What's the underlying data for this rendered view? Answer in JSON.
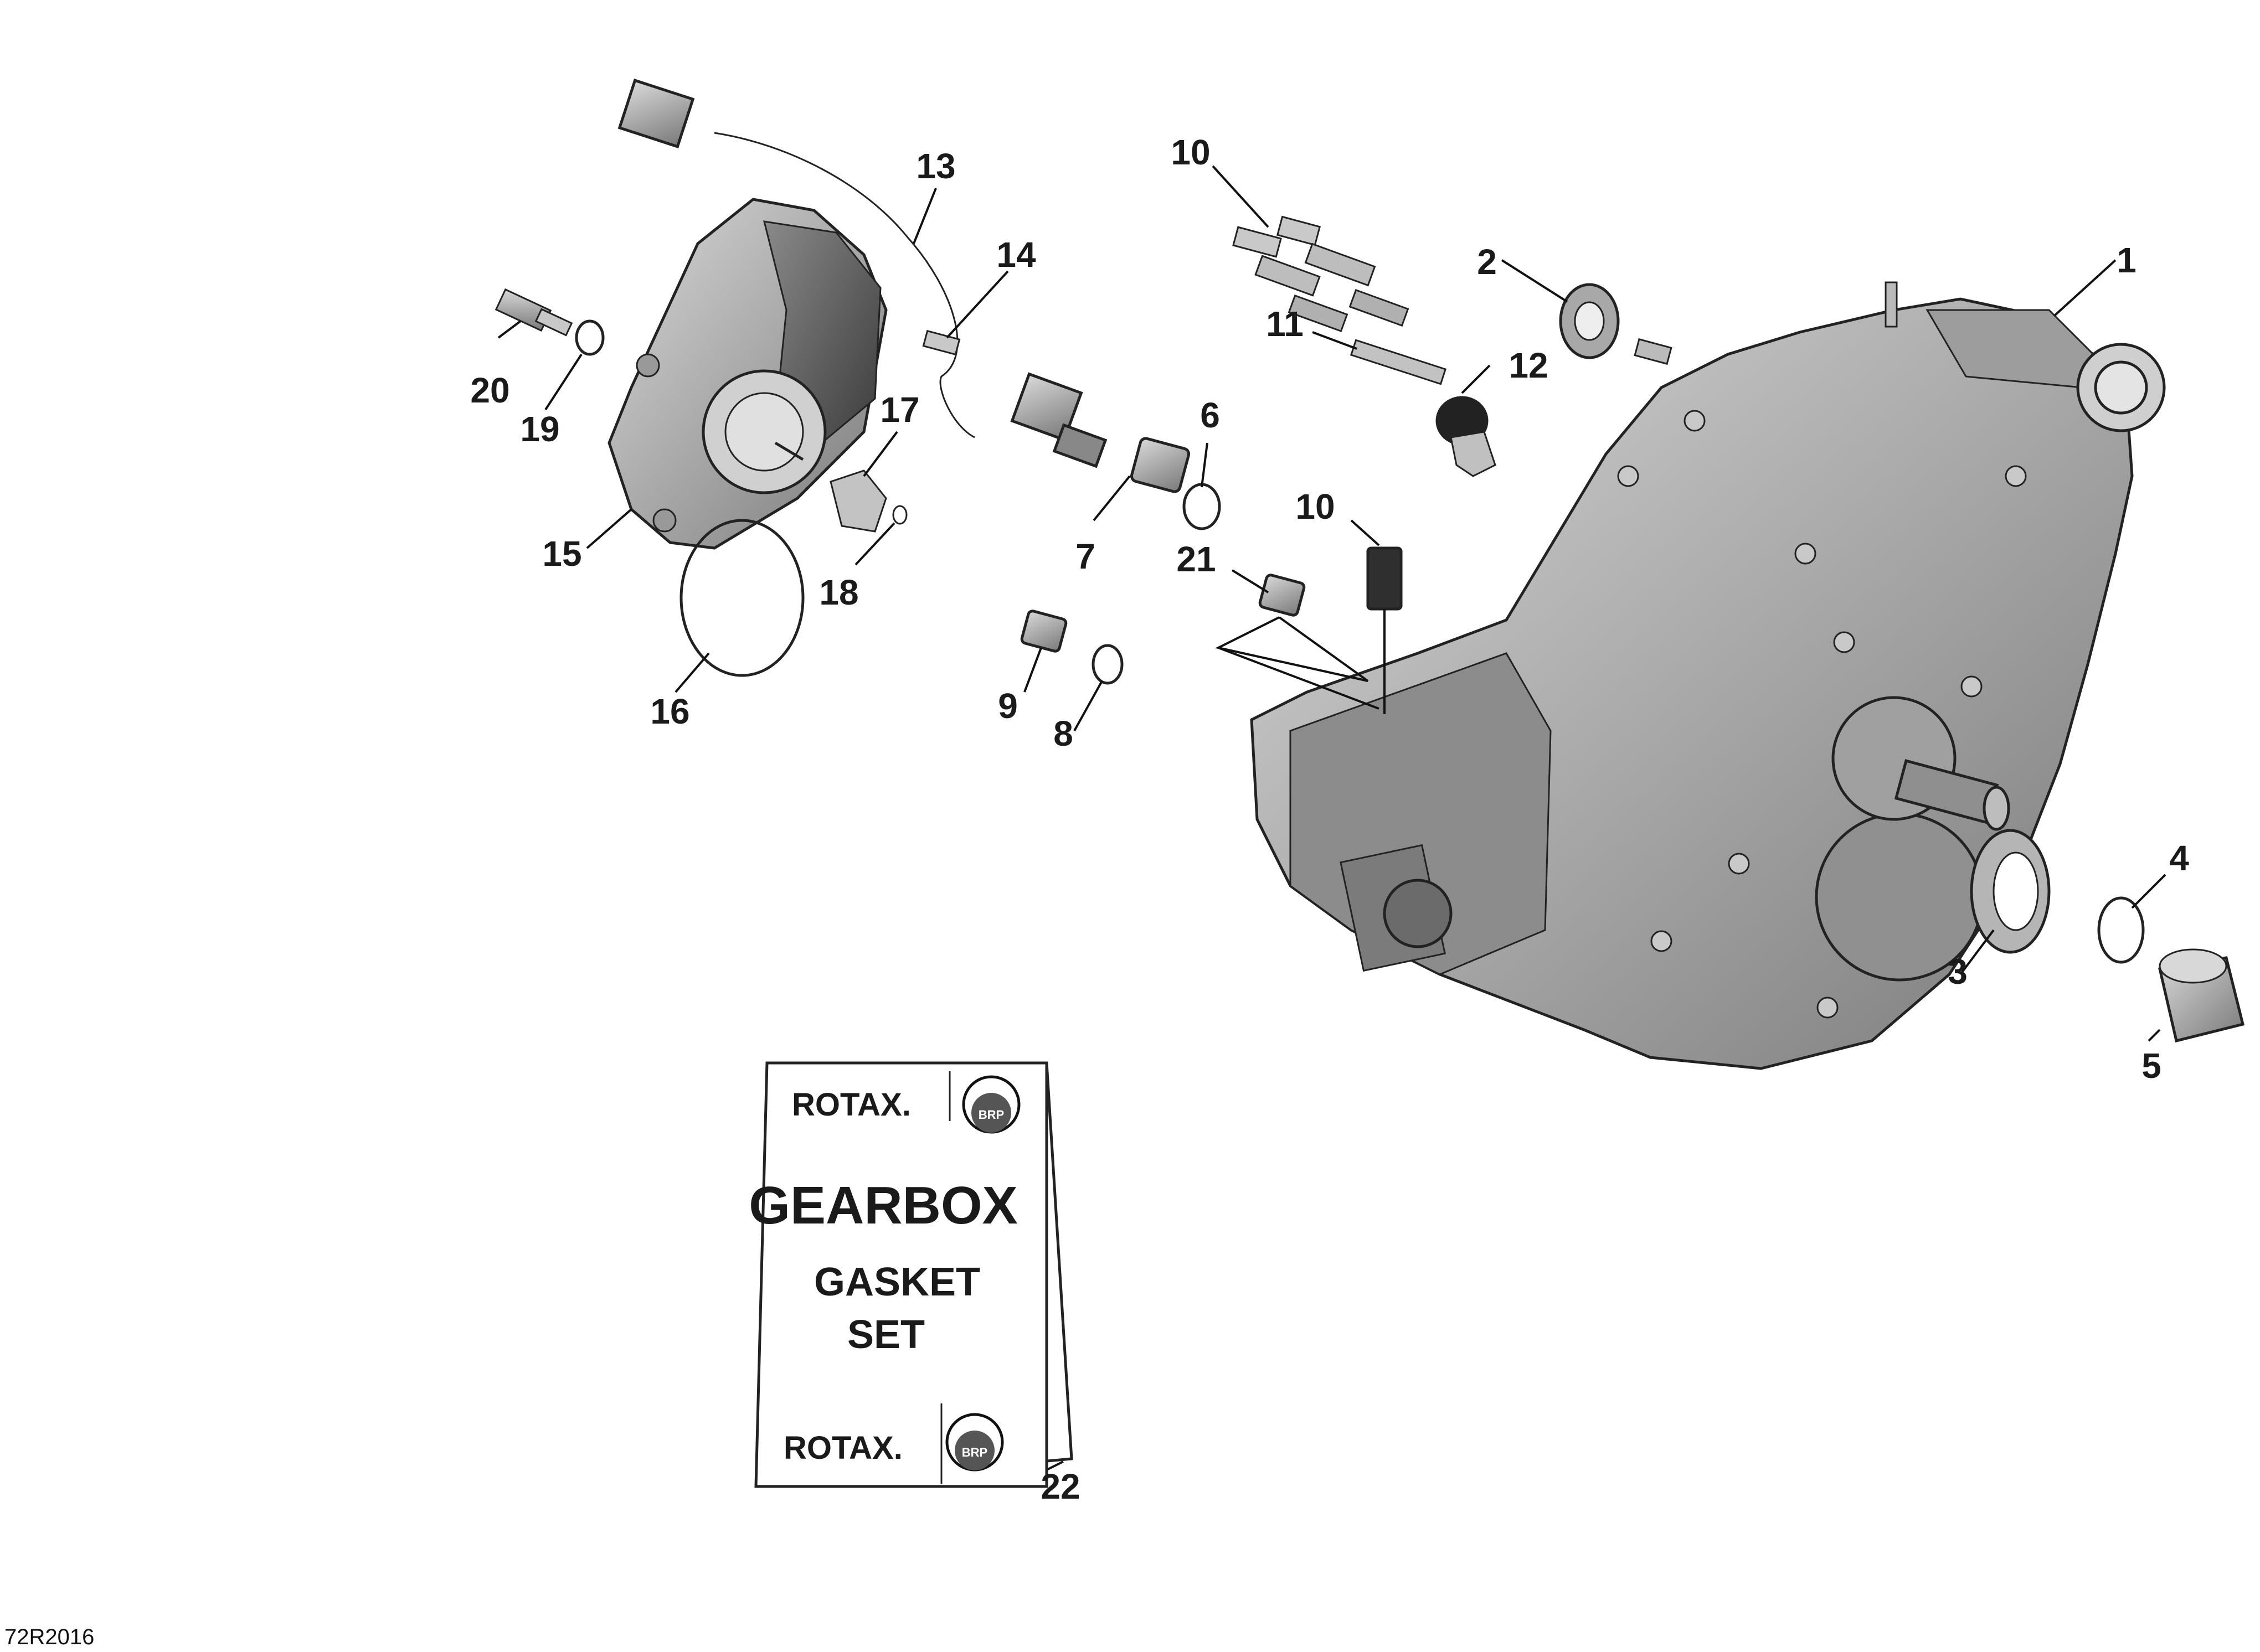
{
  "diagram": {
    "reference_code": "72R2016",
    "callouts": {
      "c1": "1",
      "c2": "2",
      "c3": "3",
      "c4": "4",
      "c5": "5",
      "c6": "6",
      "c7": "7",
      "c8": "8",
      "c9": "9",
      "c10a": "10",
      "c10b": "10",
      "c11": "11",
      "c12": "12",
      "c13": "13",
      "c14": "14",
      "c15": "15",
      "c16": "16",
      "c17": "17",
      "c18": "18",
      "c19": "19",
      "c20": "20",
      "c21": "21",
      "c22": "22"
    },
    "gasket_kit": {
      "brand_top": "ROTAX.",
      "title": "GEARBOX",
      "line1": "GASKET",
      "line2": "SET",
      "brand_bottom": "ROTAX.",
      "logo_label": "BRP"
    }
  },
  "colors": {
    "part_fill": "#b8b8b8",
    "part_dark": "#5a5a5a",
    "line": "#111111",
    "background": "#ffffff"
  }
}
